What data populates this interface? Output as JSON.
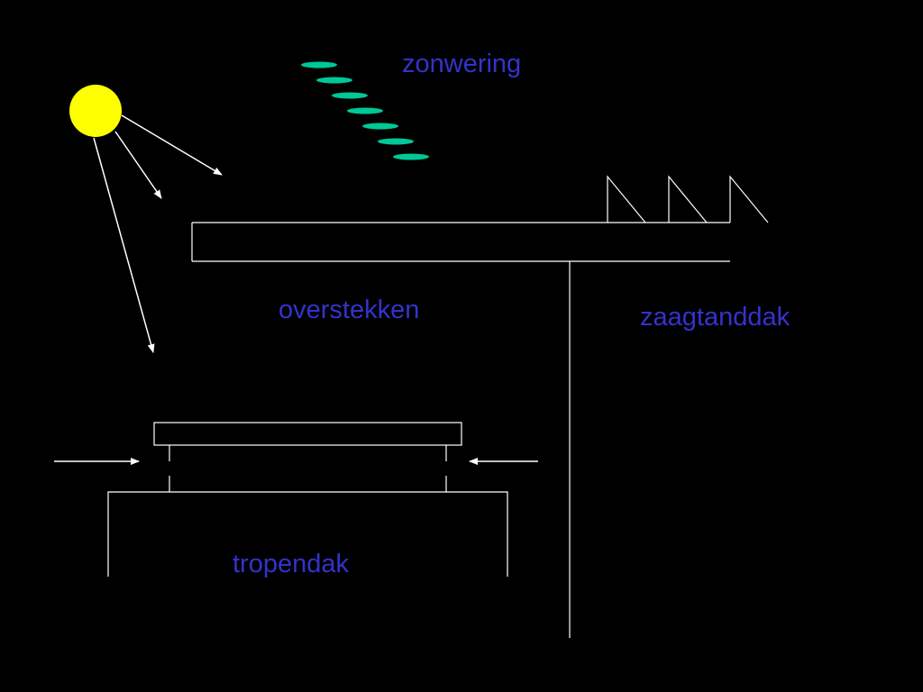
{
  "labels": {
    "zonwering": "zonwering",
    "overstekken": "overstekken",
    "zaagtanddak": "zaagtanddak",
    "tropendak": "tropendak"
  },
  "colors": {
    "background": "#000000",
    "lines": "#ffffff",
    "sun": "#ffff00",
    "shading": "#00c896",
    "text": "#3333cc"
  },
  "icons": {
    "sun": "sun-icon"
  }
}
